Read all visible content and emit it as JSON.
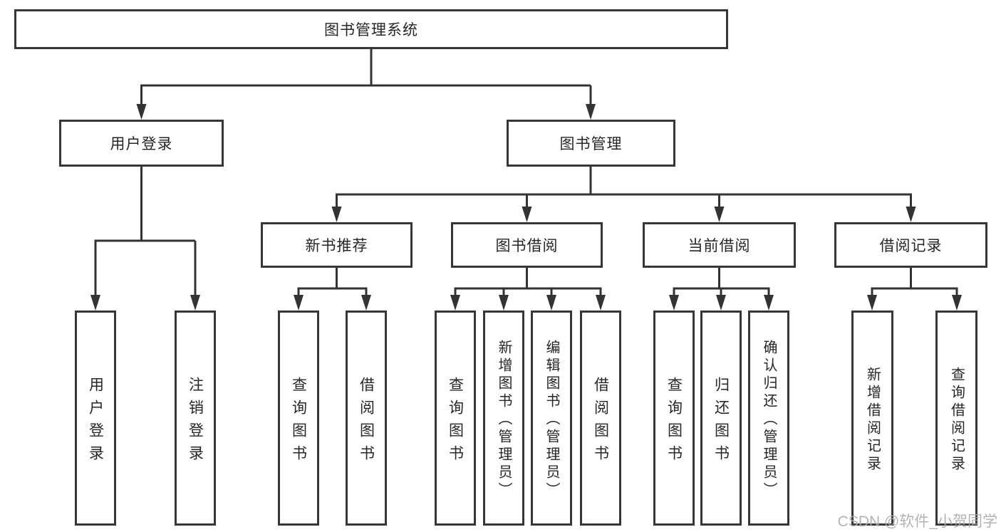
{
  "diagram": {
    "root": {
      "label": "图书管理系统"
    },
    "branches": [
      {
        "label": "用户登录",
        "children": [
          {
            "label": "用户登录"
          },
          {
            "label": "注销登录"
          }
        ]
      },
      {
        "label": "图书管理",
        "children": [
          {
            "label": "新书推荐",
            "children": [
              {
                "label": "查询图书"
              },
              {
                "label": "借阅图书"
              }
            ]
          },
          {
            "label": "图书借阅",
            "children": [
              {
                "label": "查询图书"
              },
              {
                "label": "新增图书（管理员）"
              },
              {
                "label": "编辑图书（管理员）"
              },
              {
                "label": "借阅图书"
              }
            ]
          },
          {
            "label": "当前借阅",
            "children": [
              {
                "label": "查询图书"
              },
              {
                "label": "归还图书"
              },
              {
                "label": "确认归还（管理员）"
              }
            ]
          },
          {
            "label": "借阅记录",
            "children": [
              {
                "label": "新增借阅记录"
              },
              {
                "label": "查询借阅记录"
              }
            ]
          }
        ]
      }
    ]
  },
  "watermark": {
    "text": "CSDN @软件_小贺同学"
  },
  "colors": {
    "line": "#333333",
    "box_border": "#363636",
    "text": "#262626",
    "background": "#ffffff",
    "watermark": "#a9abae"
  }
}
